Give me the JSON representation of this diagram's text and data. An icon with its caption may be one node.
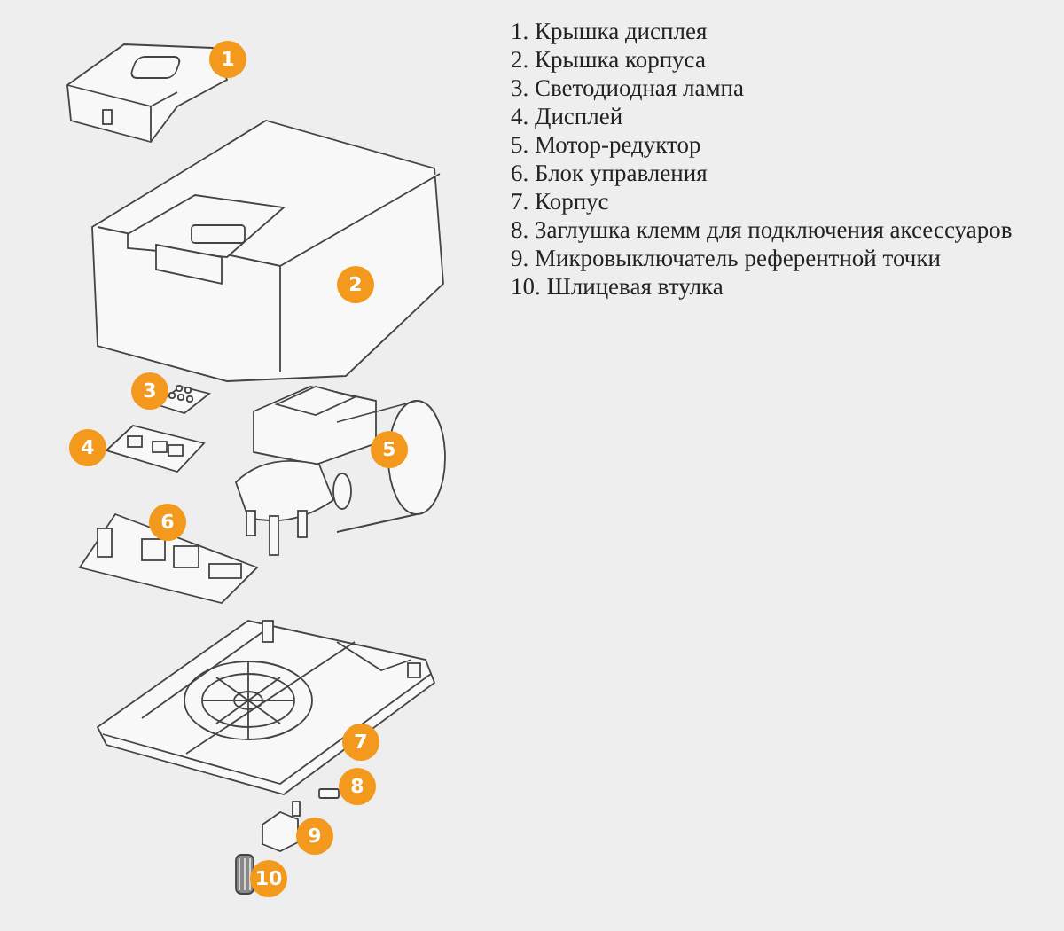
{
  "diagram": {
    "labels": [
      "1",
      "2",
      "3",
      "4",
      "5",
      "6",
      "7",
      "8",
      "9",
      "10",
      "1. Крышка дисплея",
      "2. Крышка корпуса",
      "3. Светодиодная лампа",
      "4. Дисплей",
      "5. Мотор-редуктор",
      "6. Блок управления",
      "7. Корпус",
      "8. Заглушка клемм для подключения аксессуаров",
      "9. Микровыключатель референтной точки",
      "10. Шлицевая втулка"
    ]
  }
}
